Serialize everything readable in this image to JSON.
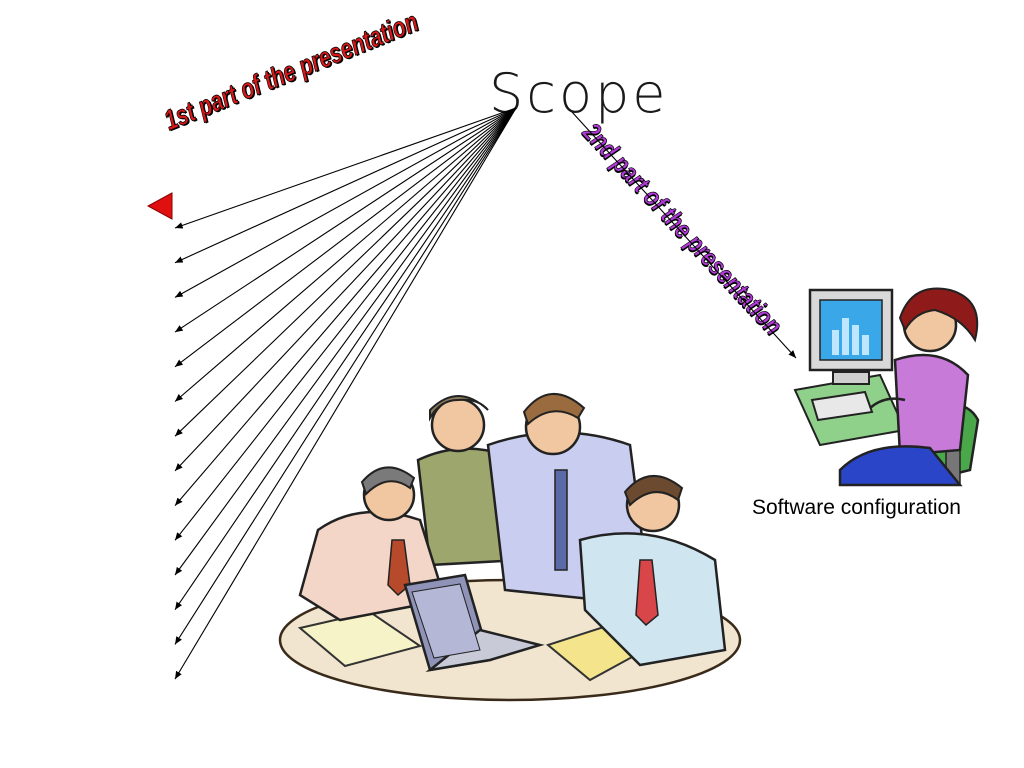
{
  "slide": {
    "title": "Scope",
    "left_label": "1st part of the presentation",
    "right_label": "2nd part of the presentation",
    "caption": "Software configuration",
    "arrow_count_left": 14
  },
  "colors": {
    "left_label": "#d81818",
    "right_label": "#b23ad9",
    "pointer": "#e01010",
    "arrow": "#000000"
  },
  "icons": {
    "meeting": "team-meeting-clipart-icon",
    "workstation": "computer-user-clipart-icon"
  }
}
